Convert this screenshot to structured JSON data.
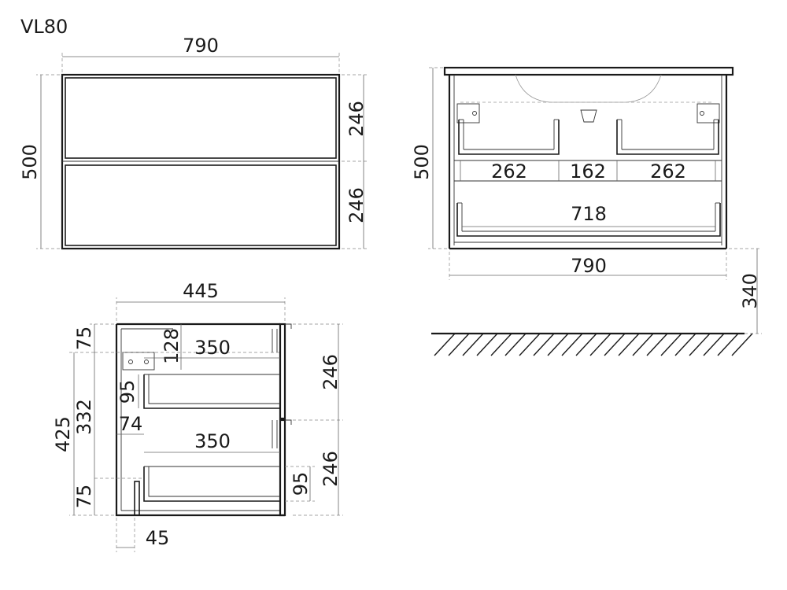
{
  "title": "VL80",
  "front_view": {
    "width": "790",
    "height": "500",
    "drawer_top": "246",
    "drawer_bottom": "246"
  },
  "rear_view": {
    "height": "500",
    "drawer_left": "262",
    "middle": "162",
    "drawer_right": "262",
    "lower_drawer": "718",
    "width": "790",
    "floor_height": "340"
  },
  "side_view": {
    "depth": "445",
    "top_offset": "75",
    "upper_inner_height": "128",
    "upper_drawer_depth": "350",
    "upper_drawer_front": "246",
    "upper_drawer_height": "95",
    "inner_height": "332",
    "gap": "74",
    "lower_drawer_depth": "350",
    "total_height": "425",
    "lower_drawer_front": "246",
    "lower_drawer_height": "95",
    "bottom_offset": "75",
    "back_offset": "45"
  }
}
